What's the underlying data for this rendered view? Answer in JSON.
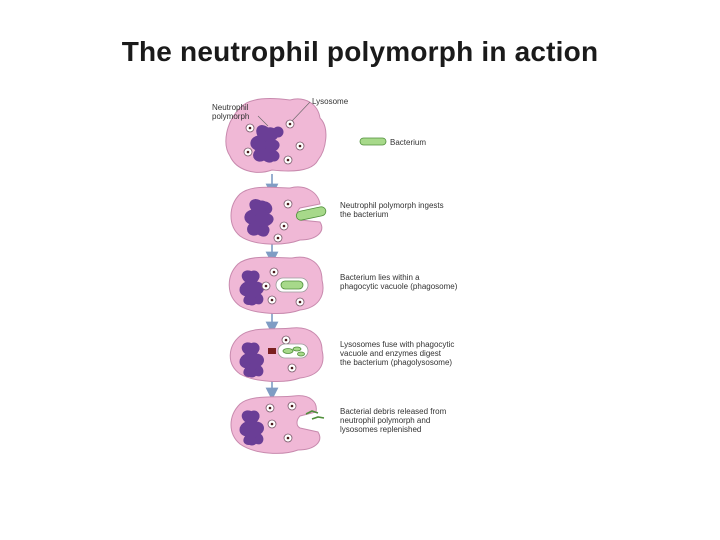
{
  "title": "The neutrophil polymorph in action",
  "labels": {
    "cell": [
      "Neutrophil",
      "polymorph"
    ],
    "lysosome": "Lysosome",
    "bacterium": "Bacterium"
  },
  "stages": [
    {
      "caption": []
    },
    {
      "caption": [
        "Neutrophil polymorph ingests",
        "the bacterium"
      ]
    },
    {
      "caption": [
        "Bacterium lies within a",
        "phagocytic vacuole (phagosome)"
      ]
    },
    {
      "caption": [
        "Lysosomes fuse with phagocytic",
        "vacuole and enzymes digest",
        "the bacterium (phagolysosome)"
      ]
    },
    {
      "caption": [
        "Bacterial debris released from",
        "neutrophil polymorph and",
        "lysosomes replenished"
      ]
    }
  ],
  "colors": {
    "cell_fill": "#f0b8d6",
    "cell_stroke": "#c88aae",
    "nucleus": "#6a3e96",
    "bacterium_fill": "#a7d98a",
    "bacterium_stroke": "#4f8f3a",
    "arrow": "#7f9cc4"
  }
}
